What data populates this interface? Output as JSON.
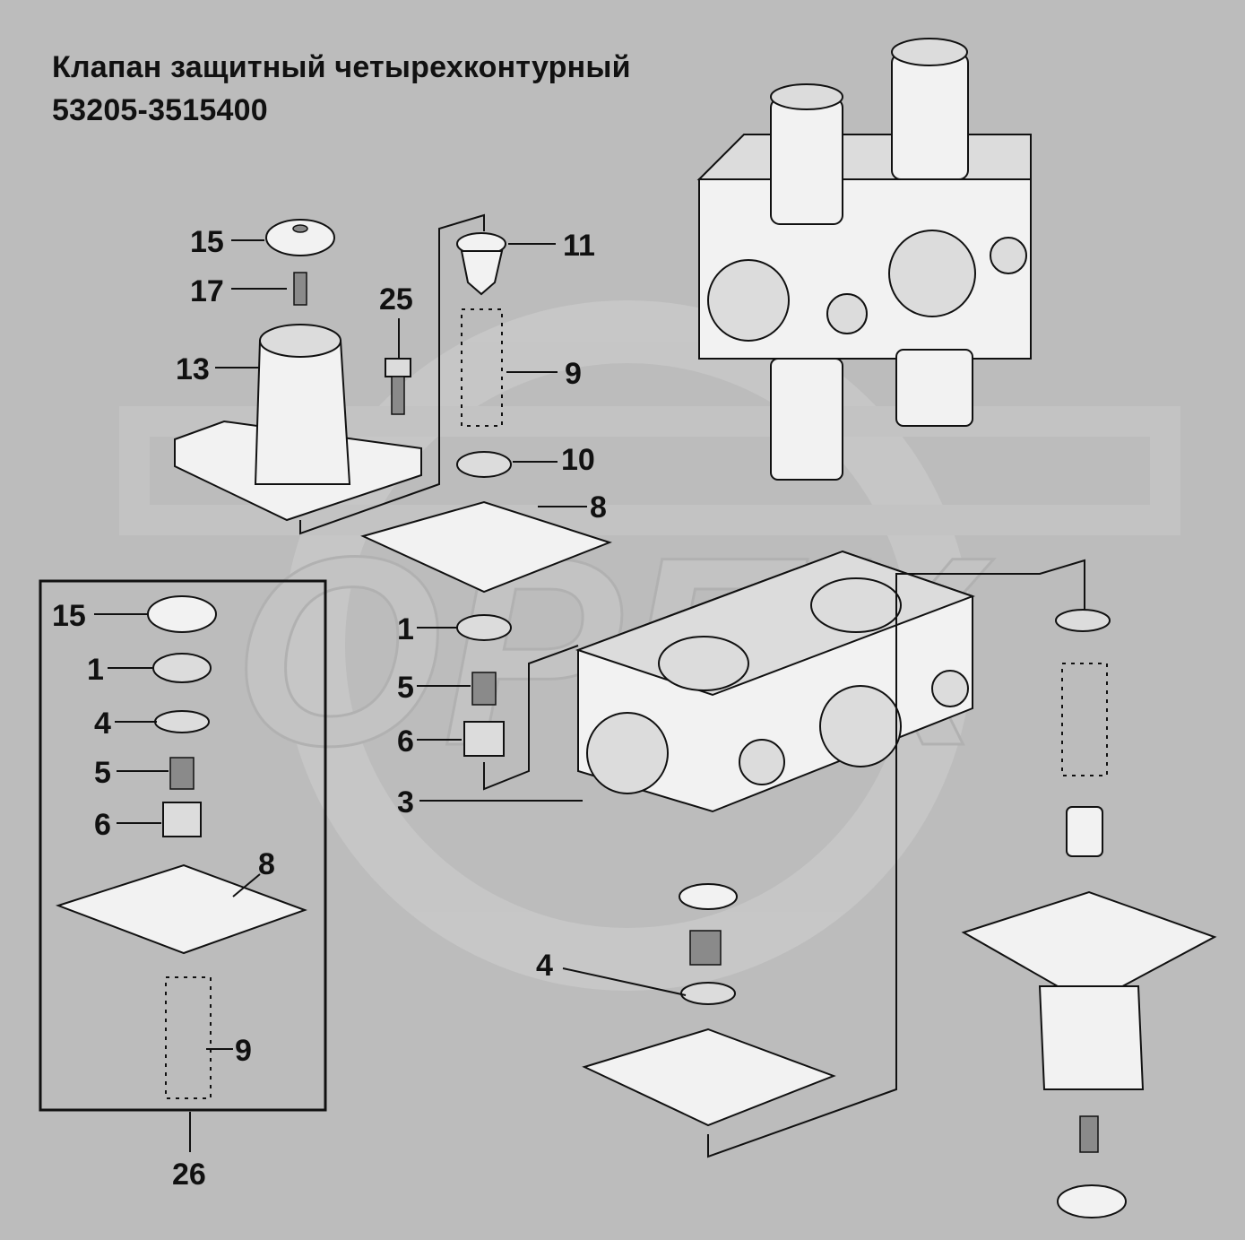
{
  "title": {
    "line1": "Клапан защитный четырехконтурный",
    "line2": "53205-3515400"
  },
  "callouts": [
    "15",
    "17",
    "13",
    "25",
    "11",
    "9",
    "10",
    "8",
    "15",
    "1",
    "4",
    "5",
    "6",
    "8",
    "9",
    "26",
    "1",
    "5",
    "6",
    "3",
    "4"
  ],
  "watermark": "OPEX"
}
